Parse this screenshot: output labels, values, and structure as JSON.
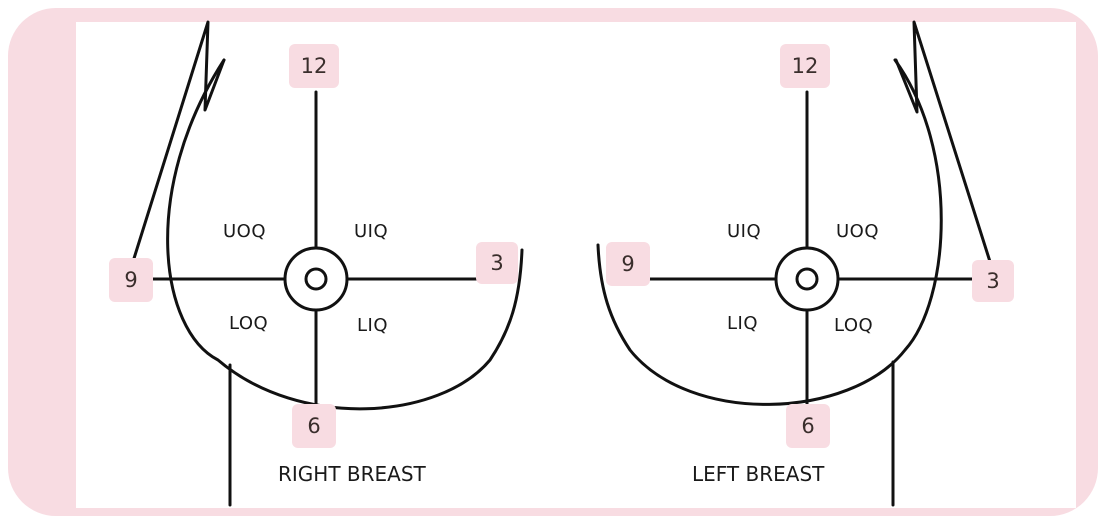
{
  "right_breast": {
    "title": "RIGHT BREAST",
    "clock": {
      "12": "12",
      "3": "3",
      "6": "6",
      "9": "9"
    },
    "quadrants": {
      "upper_outer": "UOQ",
      "upper_inner": "UIQ",
      "lower_outer": "LOQ",
      "lower_inner": "LIQ"
    }
  },
  "left_breast": {
    "title": "LEFT BREAST",
    "clock": {
      "12": "12",
      "3": "3",
      "6": "6",
      "9": "9"
    },
    "quadrants": {
      "upper_inner": "UIQ",
      "upper_outer": "UOQ",
      "lower_inner": "LIQ",
      "lower_outer": "LOQ"
    }
  },
  "colors": {
    "frame": "#f8dce2",
    "badge": "#f8dce2",
    "badge_text": "#3a2e2c",
    "line": "#111111",
    "panel": "#ffffff"
  }
}
